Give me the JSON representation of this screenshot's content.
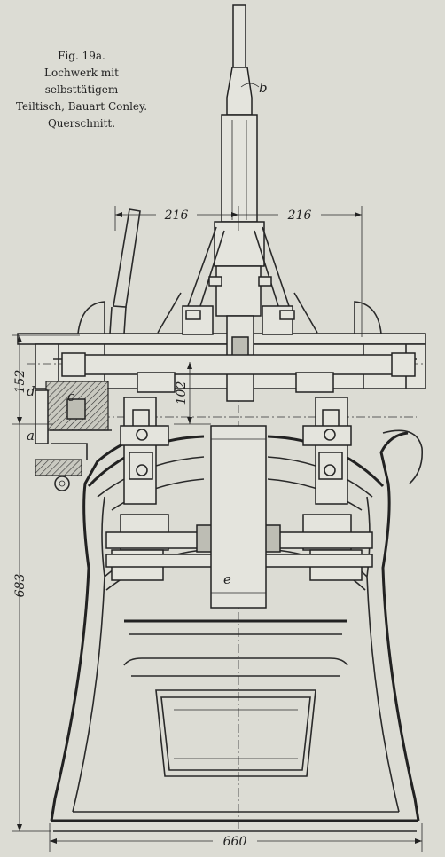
{
  "caption": {
    "fig": "Fig. 19a.",
    "line1": "Lochwerk mit selbsttätigem",
    "line2": "Teiltisch, Bauart Conley.",
    "line3": "Querschnitt."
  },
  "dimensions": {
    "left_216": "216",
    "right_216": "216",
    "d152": "152",
    "d102": "102",
    "d683": "683",
    "d660": "660"
  },
  "labels": {
    "b": "b",
    "c": "c",
    "d": "d",
    "a": "a",
    "e": "e"
  }
}
